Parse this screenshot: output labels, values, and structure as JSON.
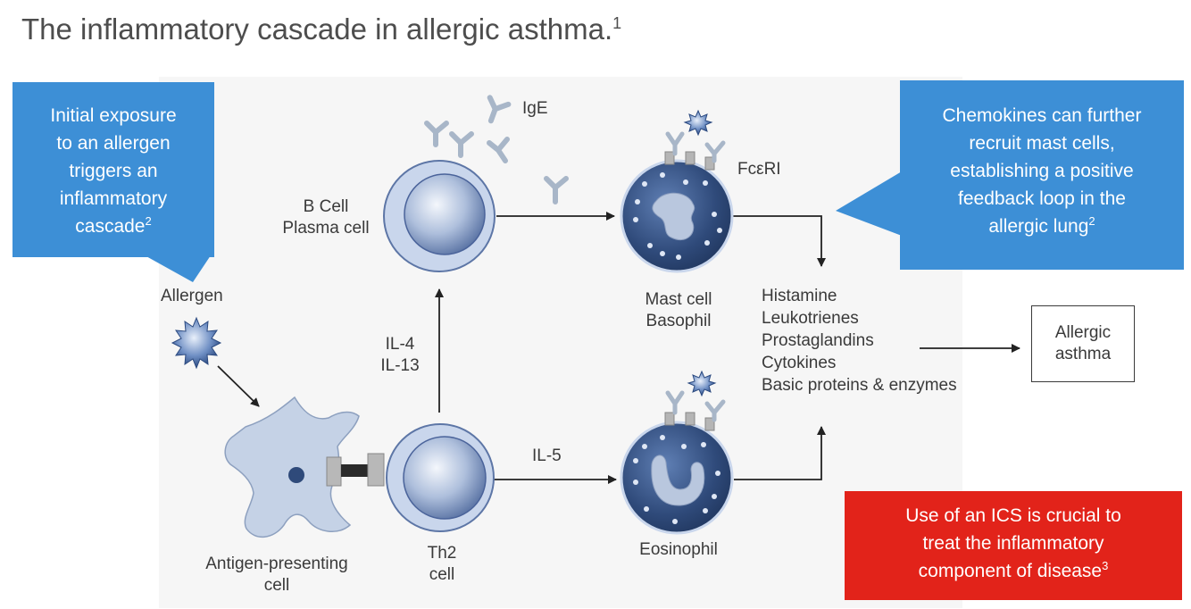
{
  "title": {
    "text": "The inflammatory cascade in allergic asthma.",
    "ref": "1"
  },
  "callouts": {
    "initial": {
      "text": "Initial exposure to an allergen triggers an inflammatory cascade",
      "ref": "2",
      "lines": [
        "Initial exposure",
        "to an allergen",
        "triggers an",
        "inflammatory",
        "cascade"
      ]
    },
    "chemokines": {
      "text": "Chemokines can further recruit mast cells, establishing a positive feedback loop in the allergic lung",
      "ref": "2",
      "lines": [
        "Chemokines can further",
        "recruit mast cells,",
        "establishing a positive",
        "feedback loop in the",
        "allergic lung"
      ]
    },
    "ics": {
      "text": "Use of an ICS is crucial to treat the inflammatory component of disease",
      "ref": "3",
      "lines": [
        "Use of an ICS is crucial to",
        "treat the inflammatory",
        "component of disease"
      ]
    }
  },
  "labels": {
    "allergen": "Allergen",
    "apc": [
      "Antigen-presenting",
      "cell"
    ],
    "th2": [
      "Th2",
      "cell"
    ],
    "bcell": [
      "B Cell",
      "Plasma cell"
    ],
    "il4_il13": [
      "IL-4",
      "IL-13"
    ],
    "il5": "IL-5",
    "ige": "IgE",
    "fceri": "FcεRI",
    "mast": [
      "Mast cell",
      "Basophil"
    ],
    "eosinophil": "Eosinophil",
    "mediators": [
      "Histamine",
      "Leukotrienes",
      "Prostaglandins",
      "Cytokines",
      "Basic proteins & enzymes"
    ],
    "outcome": [
      "Allergic",
      "asthma"
    ]
  },
  "colors": {
    "callout_blue": "#3d8fd6",
    "callout_red": "#e2231a",
    "cell_dark": "#2f4a7a",
    "cell_light": "#c9d6ec",
    "apc_fill": "#c5d2e6"
  },
  "icons": {
    "allergen": "spiky-allergen-icon",
    "antibody": "y-shaped-antibody-icon"
  }
}
